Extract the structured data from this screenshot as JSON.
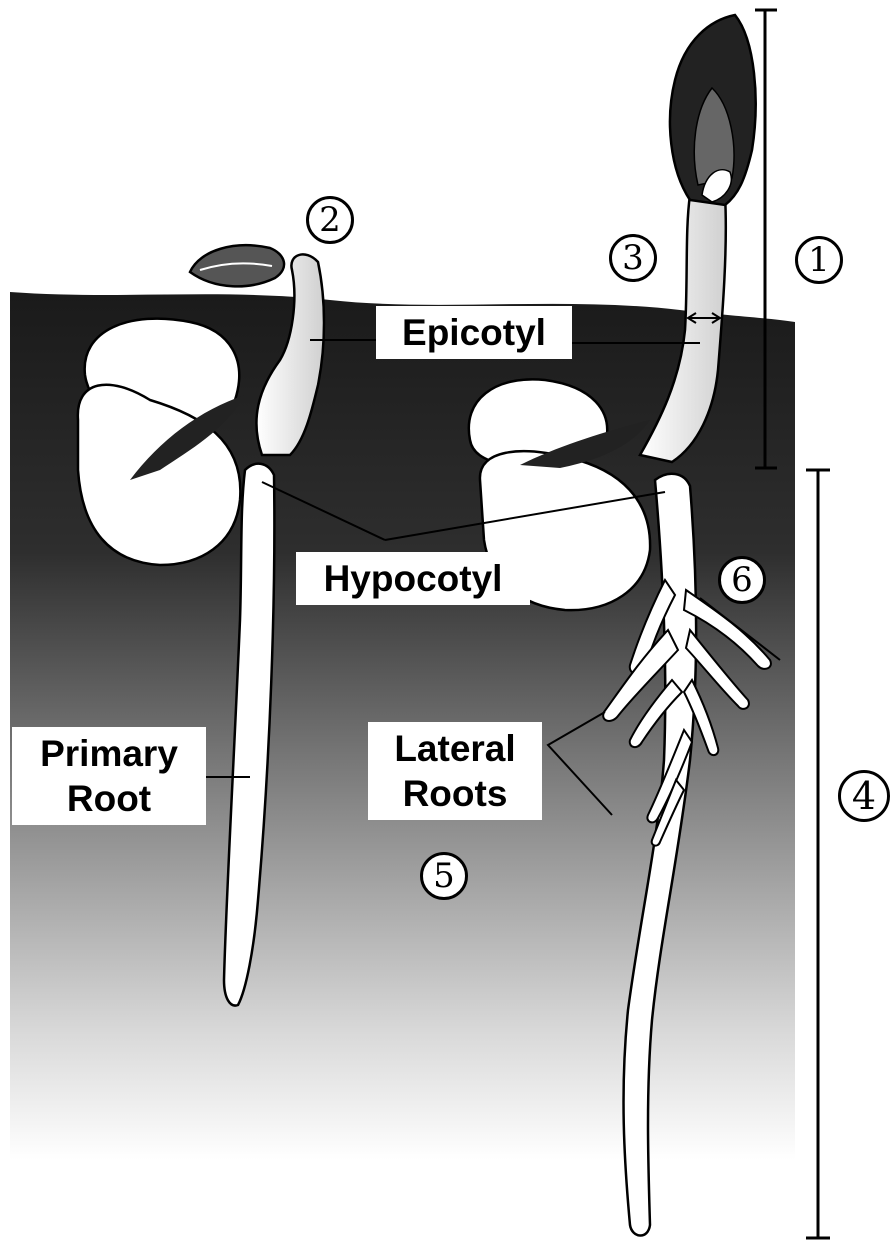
{
  "labels": {
    "epicotyl": "Epicotyl",
    "hypocotyl": "Hypocotyl",
    "primary_root_line1": "Primary",
    "primary_root_line2": "Root",
    "lateral_roots_line1": "Lateral",
    "lateral_roots_line2": "Roots"
  },
  "markers": {
    "m1": "1",
    "m2": "2",
    "m3": "3",
    "m4": "4",
    "m5": "5",
    "m6": "6"
  },
  "colors": {
    "soil_dark": "#1a1a1a",
    "soil_light": "#e6e6e6",
    "ink": "#000000",
    "paper": "#ffffff"
  }
}
